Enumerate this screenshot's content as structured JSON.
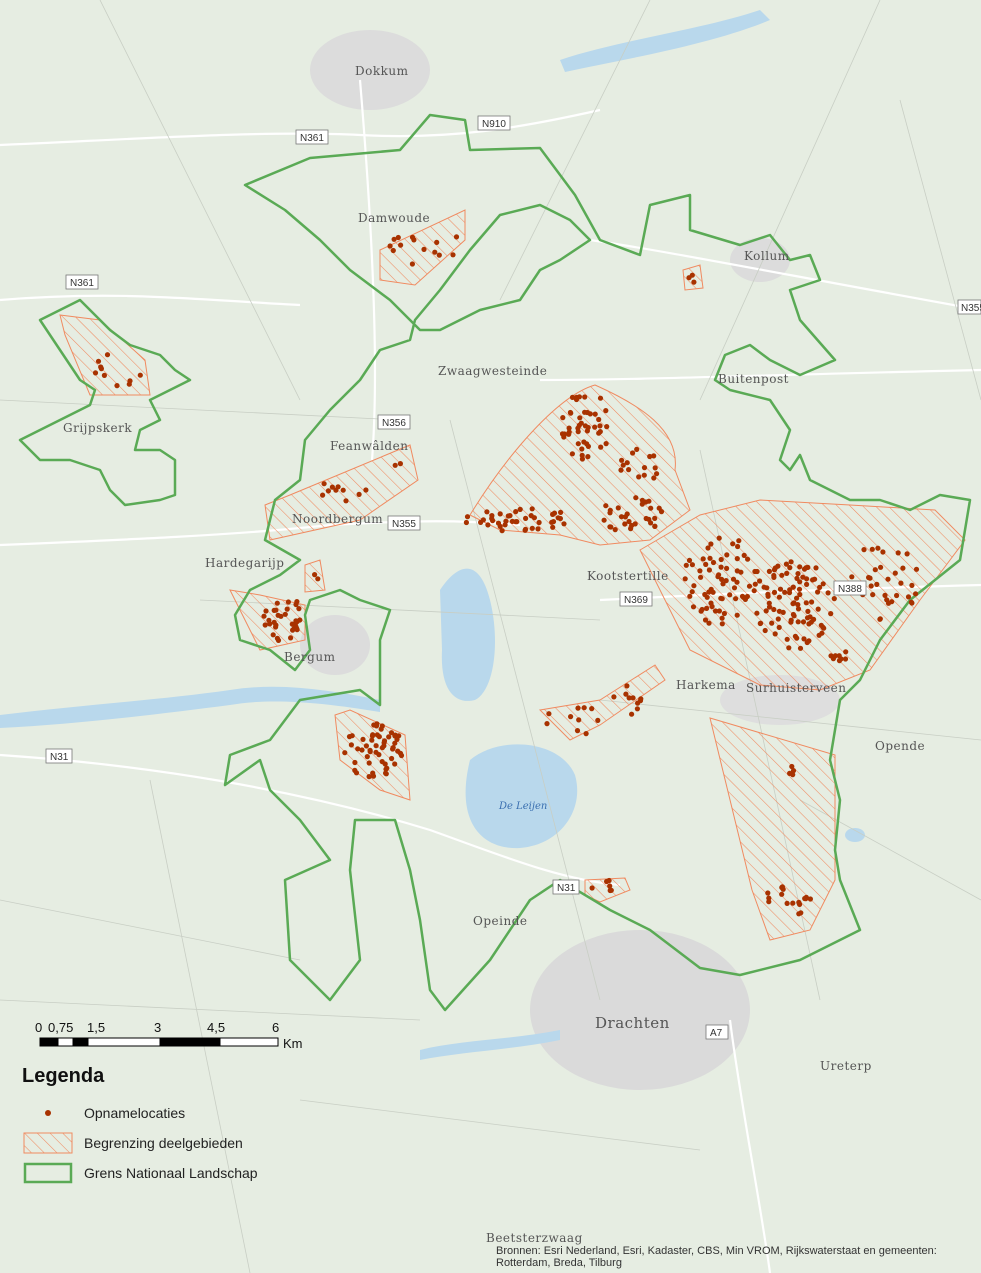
{
  "map": {
    "places": [
      {
        "name": "Dokkum"
      },
      {
        "name": "Damwoude"
      },
      {
        "name": "Kollum"
      },
      {
        "name": "Zwaagwesteinde"
      },
      {
        "name": "Buitenpost"
      },
      {
        "name": "Grijpskerk"
      },
      {
        "name": "Feanwâlden"
      },
      {
        "name": "Noordbergum"
      },
      {
        "name": "Hardegarijp"
      },
      {
        "name": "Kootstertille"
      },
      {
        "name": "Bergum"
      },
      {
        "name": "Harkema"
      },
      {
        "name": "Surhuisterveen"
      },
      {
        "name": "Opende"
      },
      {
        "name": "Opeinde"
      },
      {
        "name": "Drachten"
      },
      {
        "name": "Ureterp"
      },
      {
        "name": "Beetsterzwaag"
      }
    ],
    "roads": [
      "N910",
      "N361",
      "N361",
      "N355",
      "N356",
      "N355",
      "N369",
      "N388",
      "N31",
      "N31",
      "A7"
    ],
    "lake_label": "De Leijen",
    "colors": {
      "boundary": "#5aaa55",
      "hatch": "#f08a60",
      "points": "#a83200",
      "water": "#b9d8ec"
    }
  },
  "legend": {
    "title": "Legenda",
    "items": [
      {
        "label": "Opnamelocaties",
        "symbol": "point-icon"
      },
      {
        "label": "Begrenzing deelgebieden",
        "symbol": "hatch-icon"
      },
      {
        "label": "Grens Nationaal Landschap",
        "symbol": "boundary-icon"
      }
    ]
  },
  "scale": {
    "labels": [
      "0",
      "0,75",
      "1,5",
      "3",
      "4,5",
      "6"
    ],
    "unit": "Km"
  },
  "credits": "Bronnen: Esri Nederland, Esri, Kadaster, CBS, Min VROM, Rijkswaterstaat en gemeenten: Rotterdam, Breda, Tilburg"
}
